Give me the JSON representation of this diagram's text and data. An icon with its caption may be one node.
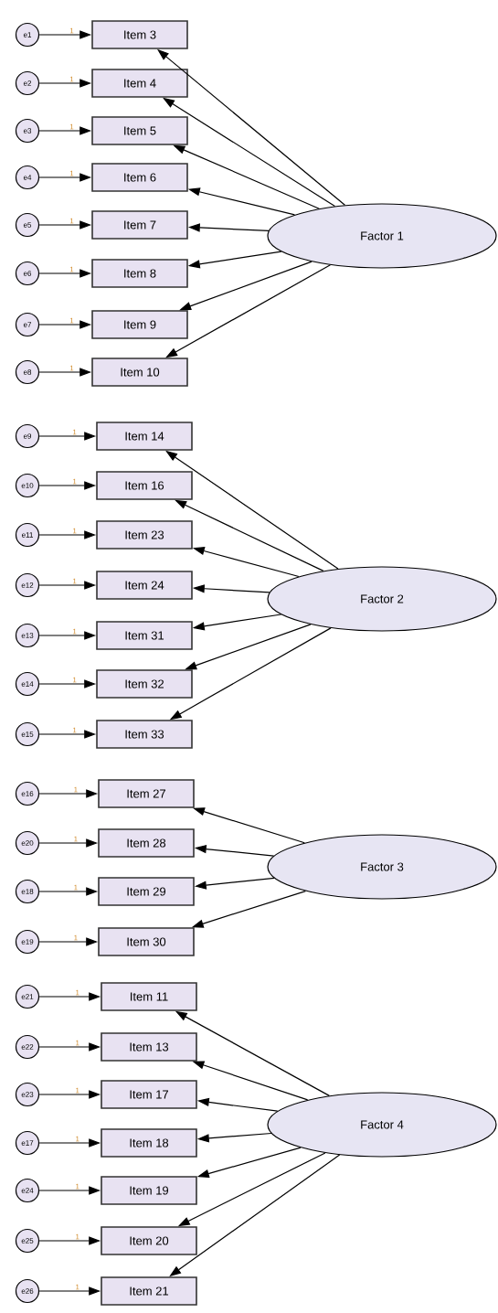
{
  "diagram": {
    "nodes": [
      {
        "text": [
          "Factor 1"
        ]
      },
      {
        "text": [
          "Item 3"
        ]
      },
      {
        "text": [
          "e1"
        ]
      },
      {
        "text": [
          "Item 4"
        ]
      },
      {
        "text": [
          "e2"
        ]
      },
      {
        "text": [
          "Item 5"
        ]
      },
      {
        "text": [
          "e3"
        ]
      },
      {
        "text": [
          "Item 6"
        ]
      },
      {
        "text": [
          "e4"
        ]
      },
      {
        "text": [
          "Item 7"
        ]
      },
      {
        "text": [
          "e5"
        ]
      },
      {
        "text": [
          "Item 8"
        ]
      },
      {
        "text": [
          "e6"
        ]
      },
      {
        "text": [
          "Item 9"
        ]
      },
      {
        "text": [
          "e7"
        ]
      },
      {
        "text": [
          "Item 10"
        ]
      },
      {
        "text": [
          "e8"
        ]
      },
      {
        "text": [
          "Factor 2"
        ]
      },
      {
        "text": [
          "Item 14"
        ]
      },
      {
        "text": [
          "e9"
        ]
      },
      {
        "text": [
          "Item 16"
        ]
      },
      {
        "text": [
          "e10"
        ]
      },
      {
        "text": [
          "Item 23"
        ]
      },
      {
        "text": [
          "e11"
        ]
      },
      {
        "text": [
          "Item 24"
        ]
      },
      {
        "text": [
          "e12"
        ]
      },
      {
        "text": [
          "Item 31"
        ]
      },
      {
        "text": [
          "e13"
        ]
      },
      {
        "text": [
          "Item 32"
        ]
      },
      {
        "text": [
          "e14"
        ]
      },
      {
        "text": [
          "Item 33"
        ]
      },
      {
        "text": [
          "e15"
        ]
      },
      {
        "text": [
          "Factor 3"
        ]
      },
      {
        "text": [
          "Item 27"
        ]
      },
      {
        "text": [
          "e16"
        ]
      },
      {
        "text": [
          "Item 28"
        ]
      },
      {
        "text": [
          "e20"
        ]
      },
      {
        "text": [
          "Item 29"
        ]
      },
      {
        "text": [
          "e18"
        ]
      },
      {
        "text": [
          "Item 30"
        ]
      },
      {
        "text": [
          "e19"
        ]
      },
      {
        "text": [
          "Factor 4"
        ]
      },
      {
        "text": [
          "Item 11"
        ]
      },
      {
        "text": [
          "e21"
        ]
      },
      {
        "text": [
          "Item 13"
        ]
      },
      {
        "text": [
          "e22"
        ]
      },
      {
        "text": [
          "Item 17"
        ]
      },
      {
        "text": [
          "e23"
        ]
      },
      {
        "text": [
          "Item 18"
        ]
      },
      {
        "text": [
          "e17"
        ]
      },
      {
        "text": [
          "Item 19"
        ]
      },
      {
        "text": [
          "e24"
        ]
      },
      {
        "text": [
          "Item 20"
        ]
      },
      {
        "text": [
          "e25"
        ]
      },
      {
        "text": [
          "Item 21"
        ]
      },
      {
        "text": [
          "e26"
        ]
      }
    ],
    "edges": [
      {
        "from": 0,
        "to": 1,
        "arrow": "to"
      },
      {
        "from": 2,
        "to": 1,
        "arrow": "to",
        "label": "1"
      },
      {
        "from": 0,
        "to": 3,
        "arrow": "to"
      },
      {
        "from": 4,
        "to": 3,
        "arrow": "to",
        "label": "1"
      },
      {
        "from": 0,
        "to": 5,
        "arrow": "to"
      },
      {
        "from": 6,
        "to": 5,
        "arrow": "to",
        "label": "1"
      },
      {
        "from": 0,
        "to": 7,
        "arrow": "to"
      },
      {
        "from": 8,
        "to": 7,
        "arrow": "to",
        "label": "1"
      },
      {
        "from": 0,
        "to": 9,
        "arrow": "to"
      },
      {
        "from": 10,
        "to": 9,
        "arrow": "to",
        "label": "1"
      },
      {
        "from": 0,
        "to": 11,
        "arrow": "to"
      },
      {
        "from": 12,
        "to": 11,
        "arrow": "to",
        "label": "1"
      },
      {
        "from": 0,
        "to": 13,
        "arrow": "to"
      },
      {
        "from": 14,
        "to": 13,
        "arrow": "to",
        "label": "1"
      },
      {
        "from": 0,
        "to": 15,
        "arrow": "to"
      },
      {
        "from": 16,
        "to": 15,
        "arrow": "to",
        "label": "1"
      },
      {
        "from": 17,
        "to": 18,
        "arrow": "to"
      },
      {
        "from": 19,
        "to": 18,
        "arrow": "to",
        "label": "1"
      },
      {
        "from": 17,
        "to": 20,
        "arrow": "to"
      },
      {
        "from": 21,
        "to": 20,
        "arrow": "to",
        "label": "1"
      },
      {
        "from": 17,
        "to": 22,
        "arrow": "to"
      },
      {
        "from": 23,
        "to": 22,
        "arrow": "to",
        "label": "1"
      },
      {
        "from": 17,
        "to": 24,
        "arrow": "to"
      },
      {
        "from": 25,
        "to": 24,
        "arrow": "to",
        "label": "1"
      },
      {
        "from": 17,
        "to": 26,
        "arrow": "to"
      },
      {
        "from": 27,
        "to": 26,
        "arrow": "to",
        "label": "1"
      },
      {
        "from": 17,
        "to": 28,
        "arrow": "to"
      },
      {
        "from": 29,
        "to": 28,
        "arrow": "to",
        "label": "1"
      },
      {
        "from": 17,
        "to": 30,
        "arrow": "to"
      },
      {
        "from": 31,
        "to": 30,
        "arrow": "to",
        "label": "1"
      },
      {
        "from": 32,
        "to": 33,
        "arrow": "to"
      },
      {
        "from": 34,
        "to": 33,
        "arrow": "to",
        "label": "1"
      },
      {
        "from": 32,
        "to": 35,
        "arrow": "to"
      },
      {
        "from": 36,
        "to": 35,
        "arrow": "to",
        "label": "1"
      },
      {
        "from": 32,
        "to": 37,
        "arrow": "to"
      },
      {
        "from": 38,
        "to": 37,
        "arrow": "to",
        "label": "1"
      },
      {
        "from": 32,
        "to": 39,
        "arrow": "to"
      },
      {
        "from": 40,
        "to": 39,
        "arrow": "to",
        "label": "1"
      },
      {
        "from": 41,
        "to": 42,
        "arrow": "to"
      },
      {
        "from": 43,
        "to": 42,
        "arrow": "to",
        "label": "1"
      },
      {
        "from": 41,
        "to": 44,
        "arrow": "to"
      },
      {
        "from": 45,
        "to": 44,
        "arrow": "to",
        "label": "1"
      },
      {
        "from": 41,
        "to": 46,
        "arrow": "to"
      },
      {
        "from": 47,
        "to": 46,
        "arrow": "to",
        "label": "1"
      },
      {
        "from": 41,
        "to": 48,
        "arrow": "to"
      },
      {
        "from": 49,
        "to": 48,
        "arrow": "to",
        "label": "1"
      },
      {
        "from": 41,
        "to": 50,
        "arrow": "to"
      },
      {
        "from": 51,
        "to": 50,
        "arrow": "to",
        "label": "1"
      },
      {
        "from": 41,
        "to": 52,
        "arrow": "to"
      },
      {
        "from": 53,
        "to": 52,
        "arrow": "to",
        "label": "1"
      },
      {
        "from": 41,
        "to": 54,
        "arrow": "to"
      },
      {
        "from": 55,
        "to": 54,
        "arrow": "to",
        "label": "1"
      }
    ]
  }
}
